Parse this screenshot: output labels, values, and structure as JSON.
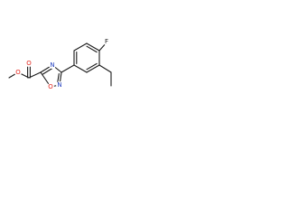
{
  "molecule": {
    "atoms": {
      "o_methoxy": {
        "symbol": "O",
        "color": "#e2231a"
      },
      "o_carbonyl": {
        "symbol": "O",
        "color": "#e2231a"
      },
      "o_ring": {
        "symbol": "O",
        "color": "#e2231a"
      },
      "n_ring_top": {
        "symbol": "N",
        "color": "#1f3dbf"
      },
      "n_ring_bottom": {
        "symbol": "N",
        "color": "#1f3dbf"
      },
      "fluorine": {
        "symbol": "F",
        "color": "#1a1a1a"
      }
    },
    "bond_color": "#1a1a1a"
  }
}
